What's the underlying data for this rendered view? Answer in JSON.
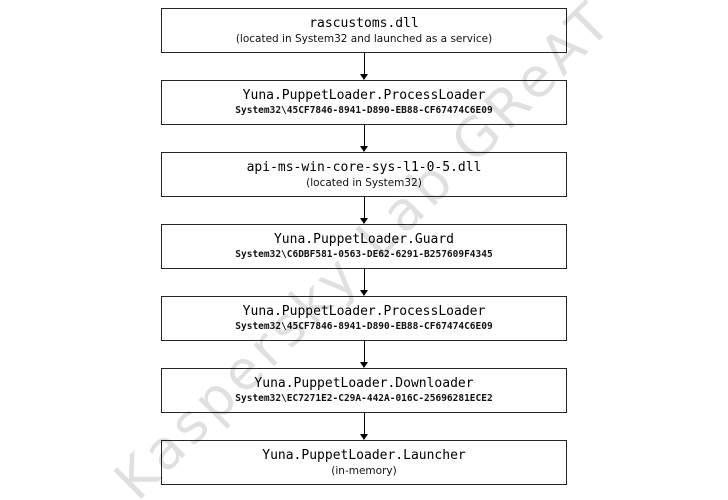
{
  "watermark": {
    "text": "Kaspersky Lab GReAT"
  },
  "flow": {
    "nodes": [
      {
        "title": "rascustoms.dll",
        "subtitle": "(located in System32 and launched as a service)",
        "subtitle_type": "note"
      },
      {
        "title": "Yuna.PuppetLoader.ProcessLoader",
        "subtitle": "System32\\45CF7846-8941-D890-EB88-CF67474C6E09",
        "subtitle_type": "path"
      },
      {
        "title": "api-ms-win-core-sys-l1-0-5.dll",
        "subtitle": "(located in System32)",
        "subtitle_type": "note"
      },
      {
        "title": "Yuna.PuppetLoader.Guard",
        "subtitle": "System32\\C6DBF581-0563-DE62-6291-B257609F4345",
        "subtitle_type": "path"
      },
      {
        "title": "Yuna.PuppetLoader.ProcessLoader",
        "subtitle": "System32\\45CF7846-8941-D890-EB88-CF67474C6E09",
        "subtitle_type": "path"
      },
      {
        "title": "Yuna.PuppetLoader.Downloader",
        "subtitle": "System32\\EC7271E2-C29A-442A-016C-25696281ECE2",
        "subtitle_type": "path"
      },
      {
        "title": "Yuna.PuppetLoader.Launcher",
        "subtitle": "(in-memory)",
        "subtitle_type": "note"
      }
    ]
  }
}
